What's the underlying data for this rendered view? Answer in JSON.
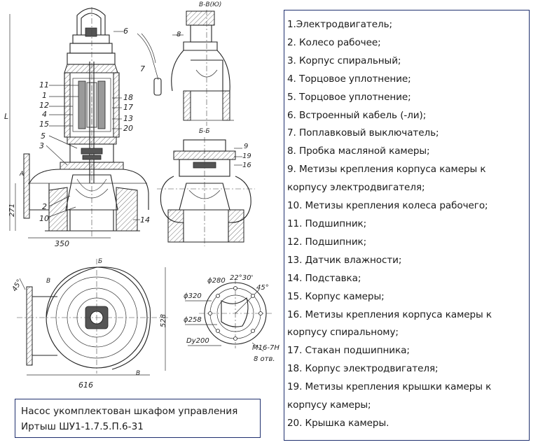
{
  "parts": [
    "1.Электродвигатель;",
    "2. Колесо рабочее;",
    "3. Корпус спиральный;",
    "4. Торцовое уплотнение;",
    "5. Торцовое уплотнение;",
    "6. Встроенный кабель (-ли);",
    "7. Поплавковый выключатель;",
    "8. Пробка масляной камеры;",
    "9. Метизы крепления корпуса камеры к",
    "корпусу электродвигателя;",
    "10. Метизы крепления колеса рабочего;",
    "11. Подшипник;",
    "12. Подшипник;",
    "13. Датчик влажности;",
    "14. Подставка;",
    "15. Корпус камеры;",
    "16. Метизы крепления корпуса камеры к",
    "корпусу спиральному;",
    "17. Стакан подшипника;",
    "18. Корпус электродвигателя;",
    "19. Метизы крепления крышки камеры к",
    "корпусу камеры;",
    "20. Крышка камеры."
  ],
  "note": {
    "line1": "Насос укомплектован шкафом управления",
    "line2": "Иртыш ШУ1-1.7.5.П.6-31"
  },
  "drawing": {
    "section_bv": "В-В(Ю)",
    "section_bb": "Б-Б",
    "label_L": "L",
    "label_A": "А",
    "label_B": "Б",
    "label_V": "В",
    "dim_271": "271",
    "dim_350": "350",
    "dim_528": "528",
    "dim_616": "616",
    "angle_45": "45°",
    "angle_22": "22°30'",
    "d280": "ϕ280",
    "d320": "ϕ320",
    "d258": "ϕ258",
    "dy200": "Dy200",
    "bolts": "М16-7Н",
    "holes": "8 отв.",
    "n1": "1",
    "n2": "2",
    "n3": "3",
    "n4": "4",
    "n5": "5",
    "n6": "6",
    "n7": "7",
    "n8": "8",
    "n9": "9",
    "n10": "10",
    "n11": "11",
    "n12": "12",
    "n13": "13",
    "n14": "14",
    "n15": "15",
    "n16": "16",
    "n17": "17",
    "n18": "18",
    "n19": "19"
  }
}
